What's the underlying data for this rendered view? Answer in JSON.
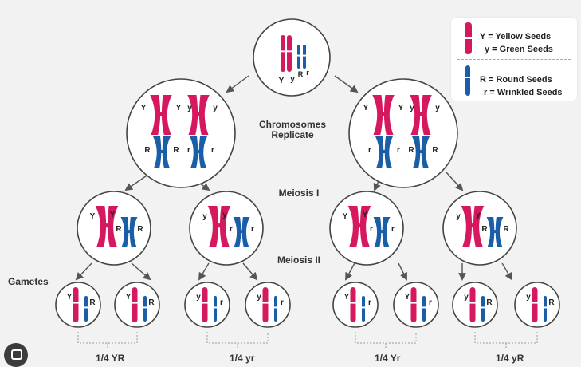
{
  "legend": {
    "yellow": "Y = Yellow Seeds",
    "green": "y = Green Seeds",
    "round": "R = Round Seeds",
    "wrinkled": "r = Wrinkled Seeds"
  },
  "stages": {
    "replicate": "Chromosomes\nReplicate",
    "meiosis1": "Meiosis I",
    "meiosis2": "Meiosis II",
    "gametes": "Gametes"
  },
  "fractions": [
    "1/4 YR",
    "1/4 yr",
    "1/4 Yr",
    "1/4 yR"
  ],
  "colors": {
    "pink": "#d6195e",
    "blue": "#1a5ea8",
    "circle_stroke": "#444444",
    "arrow": "#555555"
  },
  "alleles": {
    "root": [
      "Y",
      "y",
      "R",
      "r"
    ],
    "left_replicated": [
      "Y",
      "Y",
      "y",
      "y",
      "R",
      "R",
      "r",
      "r"
    ],
    "right_replicated": [
      "Y",
      "Y",
      "y",
      "y",
      "r",
      "r",
      "R",
      "R"
    ],
    "meiosis1_cells": [
      [
        "Y",
        "Y",
        "R",
        "R"
      ],
      [
        "y",
        "y",
        "r",
        "r"
      ],
      [
        "Y",
        "Y",
        "r",
        "r"
      ],
      [
        "y",
        "y",
        "R",
        "R"
      ]
    ],
    "gamete_cells": [
      [
        "Y",
        "R"
      ],
      [
        "Y",
        "R"
      ],
      [
        "y",
        "r"
      ],
      [
        "y",
        "r"
      ],
      [
        "Y",
        "r"
      ],
      [
        "Y",
        "r"
      ],
      [
        "y",
        "R"
      ],
      [
        "y",
        "R"
      ]
    ]
  },
  "icons": {
    "lens": "google-lens-icon"
  }
}
